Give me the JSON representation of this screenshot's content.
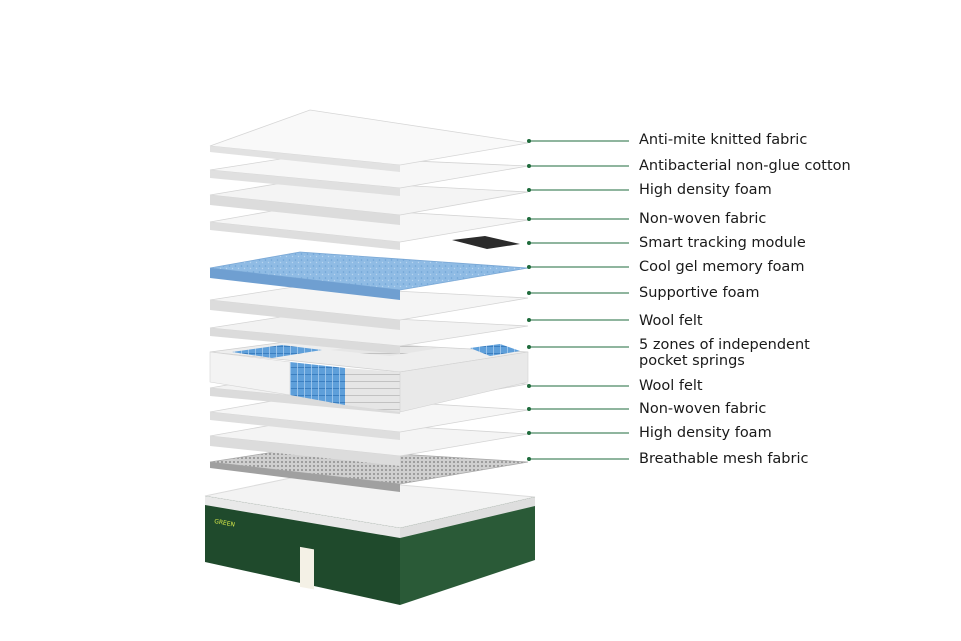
{
  "brand": {
    "logo_text": "GREEN"
  },
  "colors": {
    "leader_line": "#1f6b3c",
    "leader_dot": "#1f6b3c",
    "base_green": "#1f4a2c",
    "gel_blue": "#8fbbe4",
    "spring_blue": "#5e9fda",
    "mesh_grey": "#b9b9b9",
    "module_dark": "#2b2b2b"
  },
  "layers": [
    {
      "label": "Anti-mite knitted fabric"
    },
    {
      "label": "Antibacterial non-glue cotton"
    },
    {
      "label": "High density foam"
    },
    {
      "label": "Non-woven fabric"
    },
    {
      "label": "Smart tracking module"
    },
    {
      "label": "Cool gel memory foam"
    },
    {
      "label": "Supportive foam"
    },
    {
      "label": "Wool felt"
    },
    {
      "label": "5 zones of independent",
      "label_line2": "pocket springs"
    },
    {
      "label": "Wool felt"
    },
    {
      "label": "Non-woven fabric"
    },
    {
      "label": "High density foam"
    },
    {
      "label": "Breathable mesh fabric"
    }
  ]
}
